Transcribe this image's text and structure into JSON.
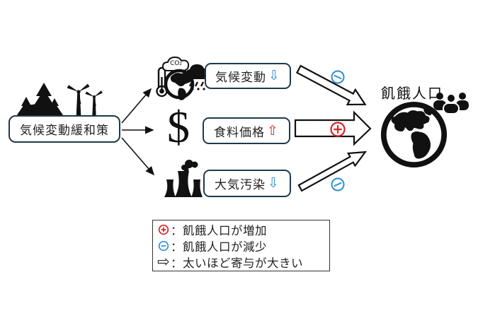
{
  "source": {
    "label": "気候変動緩和策"
  },
  "mediators": [
    {
      "label": "気候変動",
      "glyph": "⇩",
      "trend": "decrease"
    },
    {
      "label": "食料価格",
      "glyph": "⇧",
      "trend": "increase"
    },
    {
      "label": "大気汚染",
      "glyph": "⇩",
      "trend": "decrease"
    }
  ],
  "outcome": {
    "label": "飢餓人口"
  },
  "effects": [
    {
      "sign": "−",
      "path": "気候変動→飢餓人口"
    },
    {
      "sign": "＋",
      "path": "食料価格→飢餓人口"
    },
    {
      "sign": "−",
      "path": "大気汚染→飢餓人口"
    }
  ],
  "icons": {
    "co2": "CO₂",
    "dollar": "$"
  },
  "legend": {
    "items": [
      {
        "symbol": "plus-circle",
        "text": "：飢餓人口が増加"
      },
      {
        "symbol": "minus-circle",
        "text": "：飢餓人口が減少"
      },
      {
        "symbol": "wide-arrow",
        "glyph": "⇨",
        "text": "：太いほど寄与が大きい"
      }
    ]
  },
  "colors": {
    "blue": "#2E8FD5",
    "red": "#DB2222",
    "ink": "#111111",
    "box_border": "#1E3A4C"
  }
}
